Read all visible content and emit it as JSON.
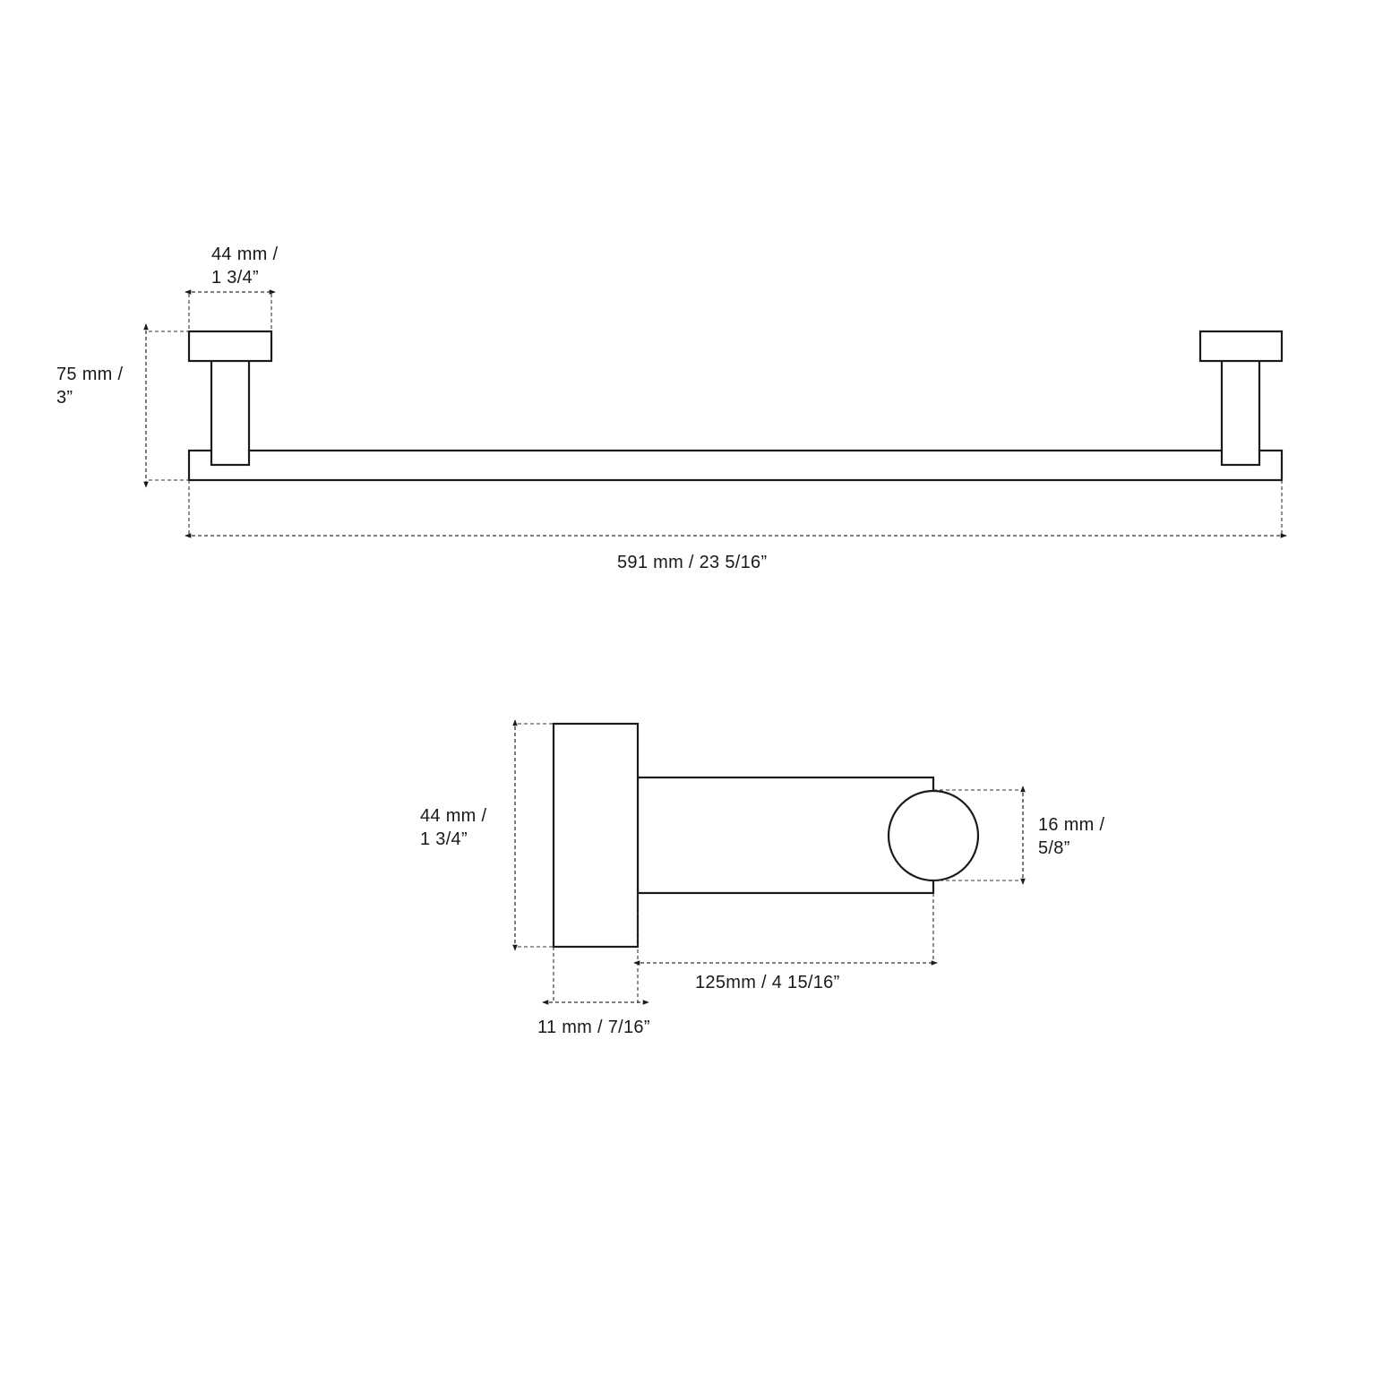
{
  "front_view": {
    "bracket_width": {
      "line1": "44 mm /",
      "line2": "1  3/4”"
    },
    "height": {
      "line1": "75 mm /",
      "line2": "3”"
    },
    "length": "591 mm /  23  5/16”"
  },
  "side_view": {
    "plate_height": {
      "line1": "44 mm /",
      "line2": "1  3/4”"
    },
    "bar_diameter": {
      "line1": "16 mm /",
      "line2": "5/8”"
    },
    "projection": "125mm /  4  15/16”",
    "plate_thickness": "11 mm /  7/16”"
  },
  "colors": {
    "line": "#1a1a1a",
    "background": "#ffffff"
  },
  "icons": {
    "arrowhead": "arrowhead-icon"
  }
}
